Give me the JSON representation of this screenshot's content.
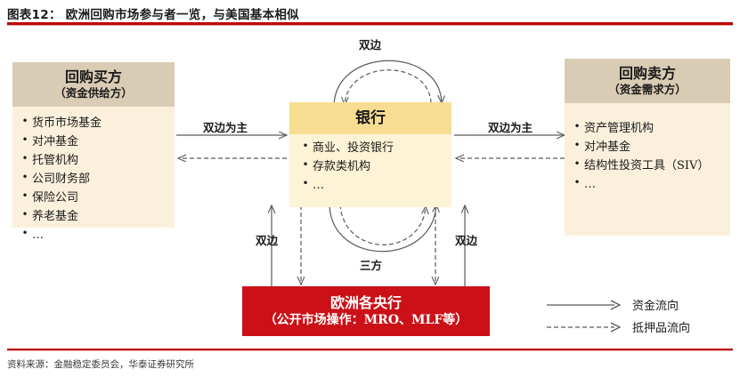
{
  "figure": {
    "number_label": "图表12：",
    "title": "欧洲回购市场参与者一览，与美国基本相似",
    "full_title": "图表12： 欧洲回购市场参与者一览，与美国基本相似",
    "source": "资料来源：金融稳定委员会，华泰证券研究所",
    "accent_color": "#C00000"
  },
  "colors": {
    "side_header": "#D9CCB4",
    "side_body": "#FAF0DC",
    "bank_header": "#F7DD92",
    "bank_body": "#FDF3D6",
    "central_bank": "#CC1017",
    "arrow": "#5A5A5A",
    "text": "#1A1A1A"
  },
  "buyer_box": {
    "title": "回购买方",
    "subtitle": "（资金供给方）",
    "items": [
      "货币市场基金",
      "对冲基金",
      "托管机构",
      "公司财务部",
      "保险公司",
      "养老基金",
      "…"
    ]
  },
  "bank_box": {
    "title": "银行",
    "items": [
      "商业、投资银行",
      "存款类机构",
      "…"
    ]
  },
  "seller_box": {
    "title": "回购卖方",
    "subtitle": "（资金需求方）",
    "items": [
      "资产管理机构",
      "对冲基金",
      "结构性投资工具（SIV）",
      "…"
    ]
  },
  "central_bank_box": {
    "line1": "欧洲各央行",
    "line2": "（公开市场操作：MRO、MLF等）"
  },
  "arrow_labels": {
    "buyer_to_bank": "双边为主",
    "bank_to_seller": "双边为主",
    "bank_self_top": "双边",
    "bank_to_cbank_left": "双边",
    "bank_to_cbank_right": "双边",
    "tri_party": "三方"
  },
  "legend": {
    "items": [
      {
        "label": "资金流向",
        "style": "solid-arrow"
      },
      {
        "label": "抵押品流向",
        "style": "dashed-arrow"
      }
    ]
  }
}
